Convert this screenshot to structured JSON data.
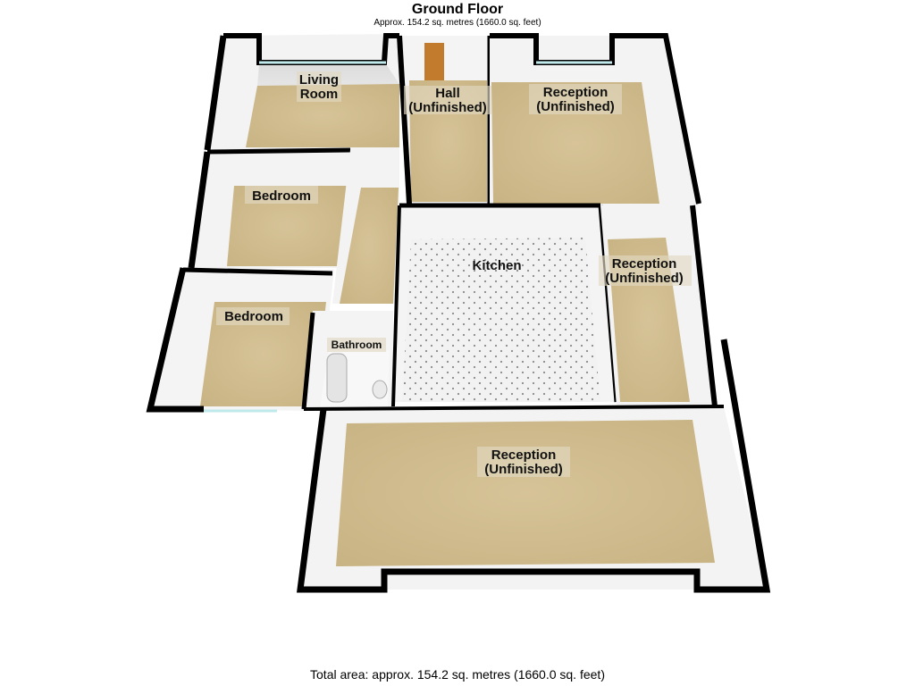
{
  "header": {
    "title": "Ground Floor",
    "subtitle": "Approx. 154.2 sq. metres (1660.0 sq. feet)"
  },
  "footer": {
    "total_area": "Total area: approx. 154.2 sq. metres (1660.0 sq. feet)"
  },
  "rooms": {
    "living_room": {
      "line1": "Living",
      "line2": "Room"
    },
    "hall": {
      "line1": "Hall",
      "line2": "(Unfinished)"
    },
    "reception_top": {
      "line1": "Reception",
      "line2": "(Unfinished)"
    },
    "bedroom_upper": {
      "line1": "Bedroom"
    },
    "kitchen": {
      "line1": "Kitchen"
    },
    "reception_right": {
      "line1": "Reception",
      "line2": "(Unfinished)"
    },
    "bedroom_lower": {
      "line1": "Bedroom"
    },
    "bathroom": {
      "line1": "Bathroom"
    },
    "reception_bottom": {
      "line1": "Reception",
      "line2": "(Unfinished)"
    }
  },
  "colors": {
    "floor": "#cdb98a",
    "kitchen_floor": "#f1f1f1",
    "wall_face": "#f4f4f4",
    "wall_top": "#000000",
    "window": "#bfe9ea",
    "door": "#c27a2c"
  }
}
